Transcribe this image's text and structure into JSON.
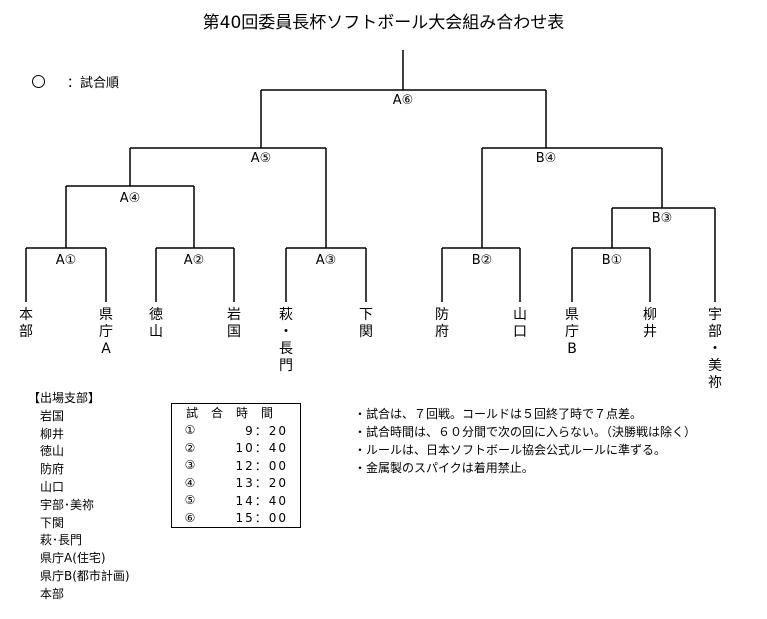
{
  "title": "第40回委員長杯ソフトボール大会組み合わせ表",
  "legend": {
    "label": "：試合順"
  },
  "matches": {
    "a6": "A⑥",
    "a5": "A⑤",
    "a4": "A④",
    "a1": "A①",
    "a2": "A②",
    "a3": "A③",
    "b4": "B④",
    "b3": "B③",
    "b2": "B②",
    "b1": "B①"
  },
  "teams": [
    [
      "本",
      "部"
    ],
    [
      "県",
      "庁",
      "A"
    ],
    [
      "徳",
      "山"
    ],
    [
      "岩",
      "国"
    ],
    [
      "萩",
      "・",
      "長",
      "門"
    ],
    [
      "下",
      "関"
    ],
    [
      "防",
      "府"
    ],
    [
      "山",
      "口"
    ],
    [
      "県",
      "庁",
      "B"
    ],
    [
      "柳",
      "井"
    ],
    [
      "宇",
      "部",
      "・",
      "美",
      "祢"
    ]
  ],
  "venues": {
    "heading": "【出場支部】",
    "items": [
      "岩国",
      "柳井",
      "徳山",
      "防府",
      "山口",
      "宇部･美祢",
      "下関",
      "萩･長門",
      "県庁A(住宅)",
      "県庁B(都市計画)",
      "本部"
    ]
  },
  "schedule": {
    "header": "試合時間",
    "rows": [
      {
        "num": "①",
        "time": "9：20"
      },
      {
        "num": "②",
        "time": "10：40"
      },
      {
        "num": "③",
        "time": "12：00"
      },
      {
        "num": "④",
        "time": "13：20"
      },
      {
        "num": "⑤",
        "time": "14：40"
      },
      {
        "num": "⑥",
        "time": "15：00"
      }
    ]
  },
  "notes": [
    "・試合は、７回戦。コールドは５回終了時で７点差。",
    "・試合時間は、６０分間で次の回に入らない。（決勝戦は除く）",
    "・ルールは、日本ソフトボール協会公式ルールに準ずる。",
    "・金属製のスパイクは着用禁止。"
  ]
}
